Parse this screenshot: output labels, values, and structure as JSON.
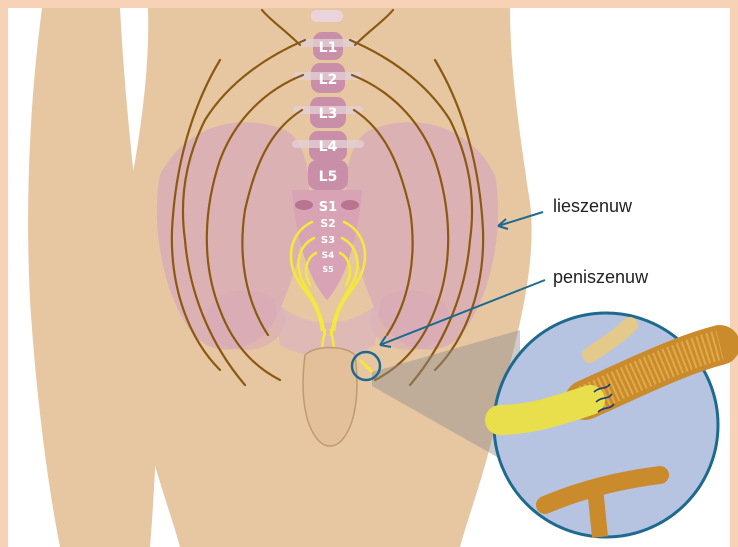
{
  "diagram": {
    "vertebrae_lumbar": [
      "L1",
      "L2",
      "L3",
      "L4",
      "L5"
    ],
    "vertebrae_sacral": [
      "S1",
      "S2",
      "S3",
      "S4",
      "S5"
    ],
    "callouts": {
      "groin_nerve": "lieszenuw",
      "penile_nerve": "peniszenuw"
    }
  },
  "colors": {
    "page_background": "#f7d2b7",
    "panel_background": "#ffffff",
    "skin": "#e7c6a2",
    "pelvis": "#d8aab8",
    "spine": "#c98fa8",
    "major_nerves": "#8a5a12",
    "sacral_nerves": "#f3e93c",
    "callout_line": "#1e6a8e",
    "magnifier_fill": "#b6c4e2"
  },
  "icons": {
    "nerve_suture": "suture-stitches-icon"
  }
}
